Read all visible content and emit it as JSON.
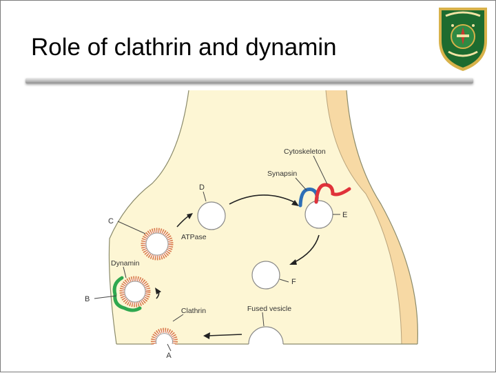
{
  "slide": {
    "title": "Role of clathrin and dynamin"
  },
  "diagram": {
    "labels": {
      "a": "A",
      "b": "B",
      "c": "C",
      "d": "D",
      "e": "E",
      "f": "F",
      "cytoskeleton": "Cytoskeleton",
      "synapsin": "Synapsin",
      "atpase": "ATPase",
      "dynamin": "Dynamin",
      "clathrin": "Clathrin",
      "fused_vesicle": "Fused vesicle"
    },
    "colors": {
      "terminal_fill": "#fdf6d4",
      "axon_shading": "#f7d9a4",
      "clathrin_coat": "#d9794f",
      "dynamin": "#2fa84f",
      "synapsin_blue": "#2e6fb7",
      "synapsin_red": "#e0323a"
    }
  },
  "logo": {
    "icon": "university-crest-icon",
    "colors": {
      "shield_green": "#1d6b2f",
      "gold": "#d8b24a"
    }
  }
}
